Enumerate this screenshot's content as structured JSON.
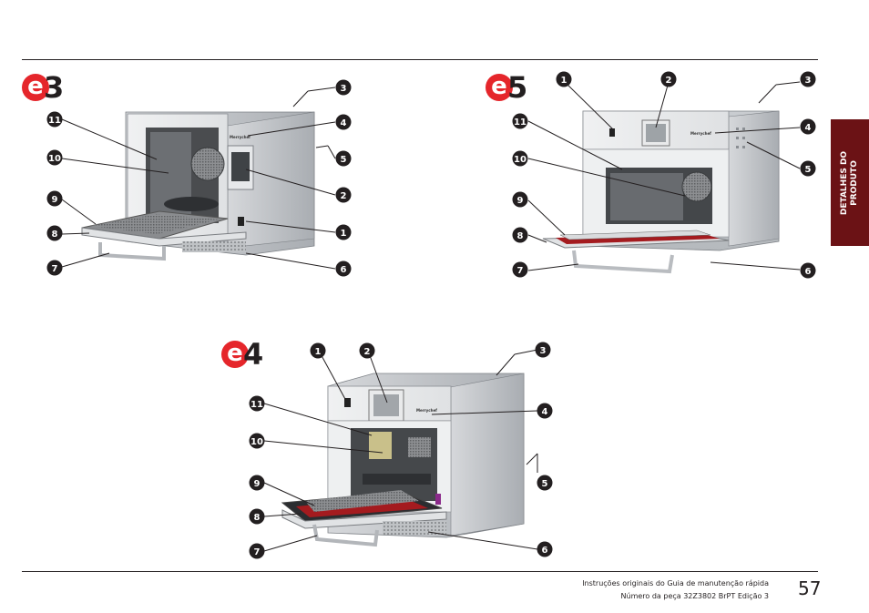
{
  "page": {
    "side_tab_line1": "DETALHES DO",
    "side_tab_line2": "PRODUTO",
    "footer_line1": "Instruções originais do Guia de manutenção rápida",
    "footer_line2": "Número da peça 32Z3802 BrPT Edição 3",
    "page_number": "57"
  },
  "models": [
    {
      "logo_letter": "e",
      "logo_number": "3",
      "brand_badge": "Merrychef"
    },
    {
      "logo_letter": "e",
      "logo_number": "5",
      "brand_badge": "Merrychef"
    },
    {
      "logo_letter": "e",
      "logo_number": "4",
      "brand_badge": "Merrychef"
    }
  ],
  "callouts": [
    "1",
    "2",
    "3",
    "4",
    "5",
    "6",
    "7",
    "8",
    "9",
    "10",
    "11"
  ],
  "colors": {
    "brand_red": "#e5262b",
    "tab_maroon": "#6b1215",
    "tray_red": "#a41b1f"
  }
}
